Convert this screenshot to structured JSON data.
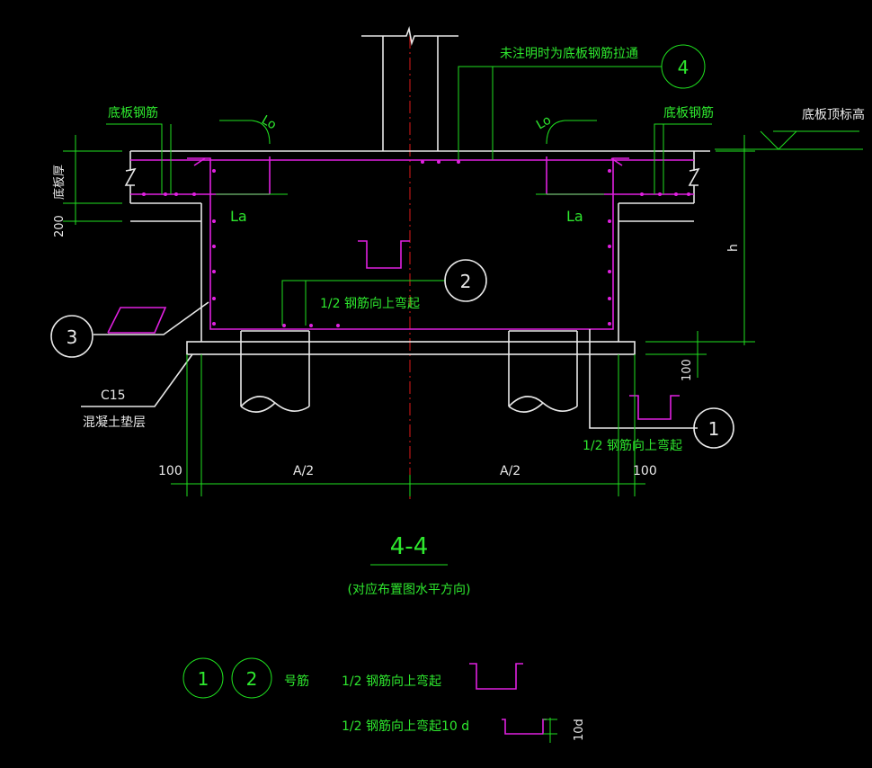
{
  "labels": {
    "note_top": "未注明时为底板钢筋拉通",
    "left_rebar": "底板钢筋",
    "right_rebar": "底板钢筋",
    "top_elev": "底板顶标高",
    "slab_thick": "底板厚",
    "dim_200": "200",
    "lo_left": "Lo",
    "lo_right": "Lo",
    "la_left": "La",
    "la_right": "La",
    "h": "h",
    "bend_2": "1/2 钢筋向上弯起",
    "bend_1": "1/2 钢筋向上弯起",
    "c15": "C15",
    "cushion": "混凝土垫层",
    "dim_100_v": "100",
    "dim_100_l": "100",
    "dim_100_r": "100",
    "dim_a2_l": "A/2",
    "dim_a2_r": "A/2",
    "section_title": "4-4",
    "section_sub": "(对应布置图水平方向)",
    "legend_suffix": "号筋",
    "legend_line1": "1/2 钢筋向上弯起",
    "legend_line2": "1/2 钢筋向上弯起10 d",
    "legend_10d": "10d"
  },
  "callouts": {
    "c1": "1",
    "c2": "2",
    "c3": "3",
    "c4": "4",
    "legend_1": "1",
    "legend_2": "2"
  },
  "colors": {
    "outline": "#e8e8e8",
    "dimension": "#1fe01f",
    "rebar": "#e020e0",
    "centerline": "#e01a1a",
    "background": "#000000"
  }
}
